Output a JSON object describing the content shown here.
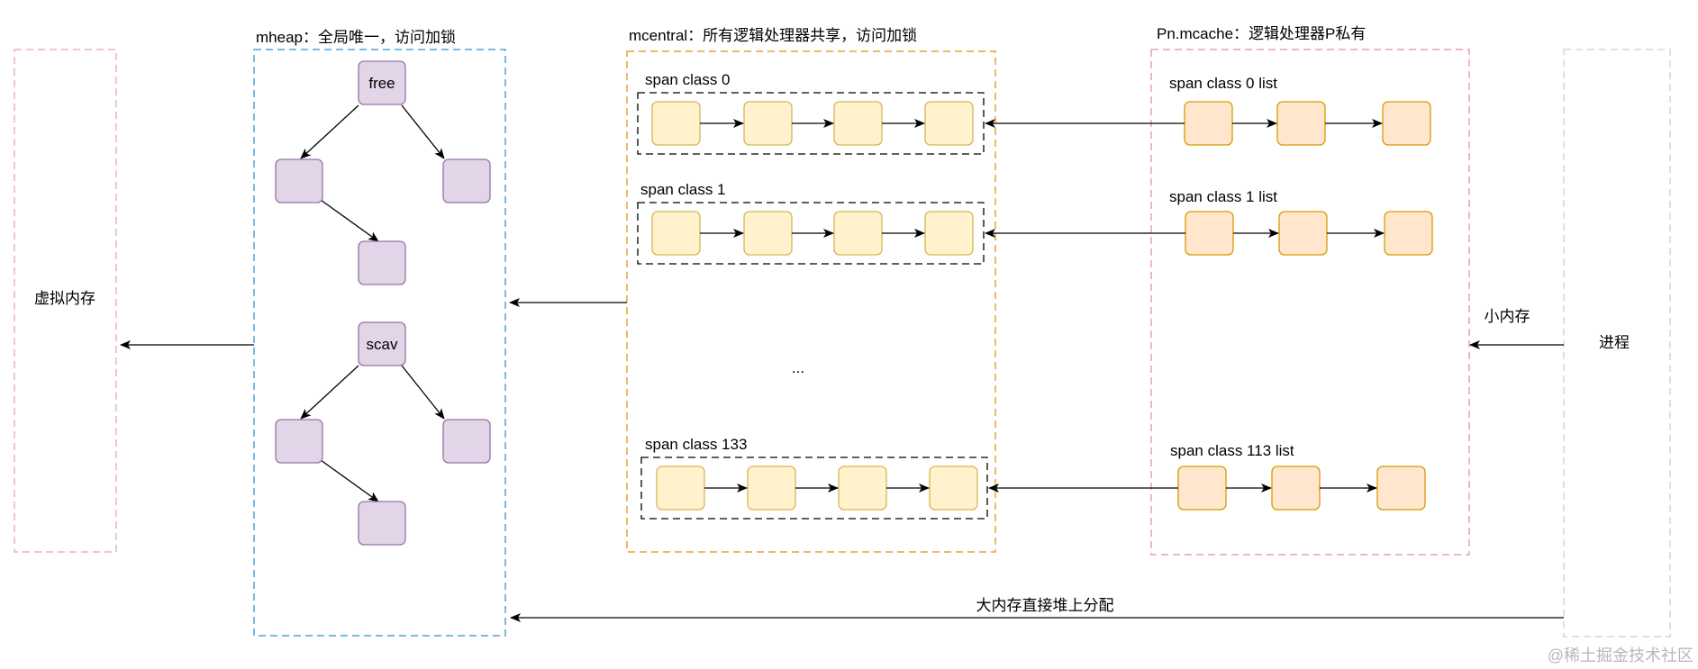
{
  "regions": {
    "virtual_memory": {
      "label": "虚拟内存",
      "border_color": "#e8b4c0"
    },
    "mheap": {
      "title": "mheap：全局唯一，访问加锁",
      "border_color": "#4ba3e0"
    },
    "mcentral": {
      "title": "mcentral：所有逻辑处理器共享，访问加锁",
      "border_color": "#f0a030"
    },
    "mcache": {
      "title": "Pn.mcache：逻辑处理器P私有",
      "border_color": "#e8a0ae"
    },
    "process": {
      "label": "进程",
      "border_color": "#d8d0ec"
    }
  },
  "mheap_trees": [
    {
      "root_label": "free"
    },
    {
      "root_label": "scav"
    }
  ],
  "mcentral_groups": [
    {
      "label": "span class 0"
    },
    {
      "label": "span class 1"
    },
    {
      "label": "span class 133"
    }
  ],
  "mcentral_ellipsis": "...",
  "mcache_lists": [
    {
      "label": "span class 0 list"
    },
    {
      "label": "span class 1 list"
    },
    {
      "label": "span class 113 list"
    }
  ],
  "arrows": {
    "small_memory": "小内存",
    "large_memory": "大内存直接堆上分配"
  },
  "colors": {
    "purple_fill": "#e1d5e7",
    "purple_stroke": "#9673a6",
    "yellow_fill": "#fff2cc",
    "yellow_stroke": "#d6b656",
    "orange_fill": "#ffe6cc",
    "orange_stroke": "#d79b00"
  },
  "watermark": "@稀土掘金技术社区"
}
